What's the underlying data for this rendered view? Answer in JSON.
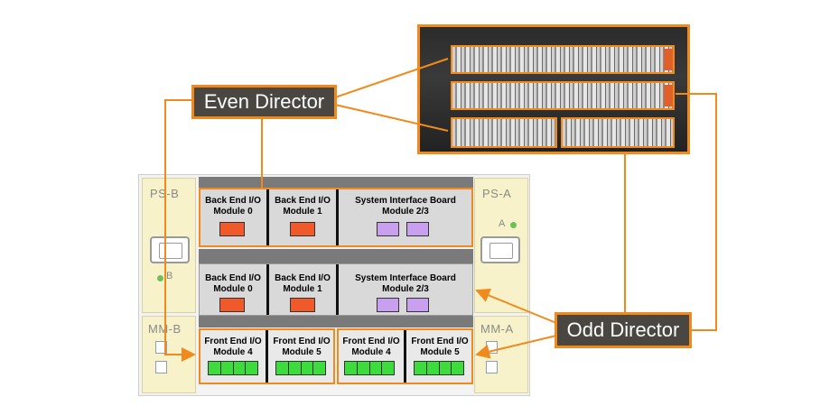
{
  "callouts": {
    "even": "Even Director",
    "odd": "Odd Director"
  },
  "chassis": {
    "ps_b": "PS-B",
    "ps_a": "PS-A",
    "led_a": "A",
    "led_b": "B",
    "mm_b": "MM-B",
    "mm_a": "MM-A"
  },
  "top_bay": {
    "m0_line1": "Back End I/O",
    "m0_line2": "Module 0",
    "m1_line1": "Back End I/O",
    "m1_line2": "Module 1",
    "sib_line1": "System Interface Board",
    "sib_line2": "Module 2/3"
  },
  "mid_bay": {
    "m0_line1": "Back End I/O",
    "m0_line2": "Module 0",
    "m1_line1": "Back End I/O",
    "m1_line2": "Module 1",
    "sib_line1": "System Interface Board",
    "sib_line2": "Module 2/3"
  },
  "front_end": {
    "a4_line1": "Front End I/O",
    "a4_line2": "Module 4",
    "a5_line1": "Front End I/O",
    "a5_line2": "Module 5",
    "b4_line1": "Front End I/O",
    "b4_line2": "Module 4",
    "b5_line1": "Front End I/O",
    "b5_line2": "Module 5"
  },
  "colors": {
    "accent_orange": "#f08a1c",
    "callout_bg": "#4a4641",
    "backend_red": "#f05a2a",
    "sib_purple": "#c9a0f0",
    "frontend_green": "#3cdc3c"
  }
}
